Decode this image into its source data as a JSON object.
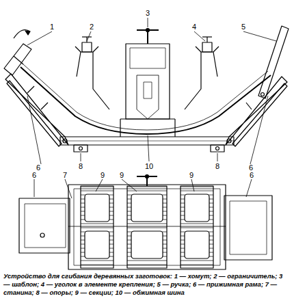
{
  "diagram": {
    "caption": "Устройство для сгибания деревянных заготовок: 1 — хомут; 2 — ограничитель; 3 — шаблон; 4 — уголок в элементе крепления; 5 — ручка; 6 — прижимная рама; 7 — станина; 8 — опоры; 9 — секции; 10 — обжимная шина",
    "labels": [
      "1",
      "2",
      "3",
      "4",
      "5",
      "6",
      "6",
      "8",
      "10",
      "8",
      "6",
      "7",
      "9",
      "9",
      "9",
      "6"
    ]
  }
}
